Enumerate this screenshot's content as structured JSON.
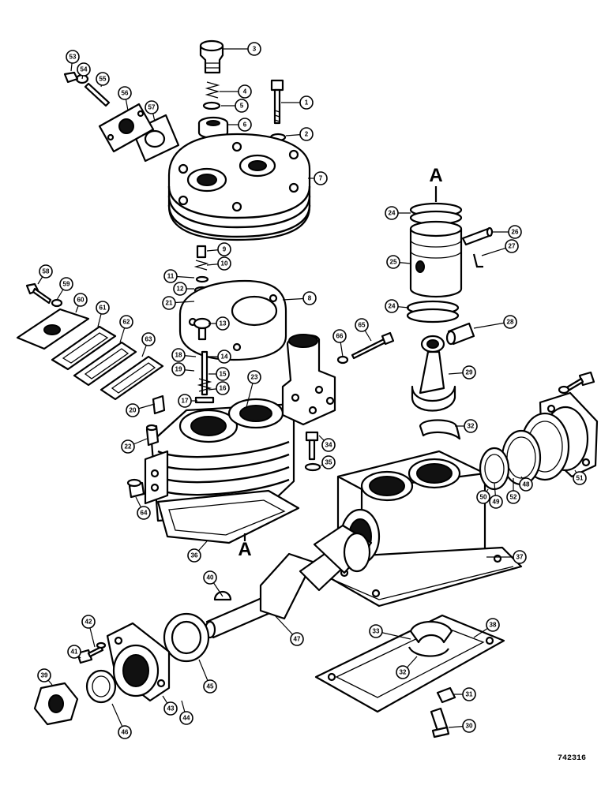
{
  "section_marker": "A",
  "drawing_number": "742316",
  "callouts": [
    "1",
    "2",
    "3",
    "4",
    "5",
    "6",
    "7",
    "8",
    "9",
    "10",
    "11",
    "12",
    "13",
    "14",
    "15",
    "16",
    "17",
    "18",
    "19",
    "20",
    "21",
    "22",
    "23",
    "24",
    "24",
    "25",
    "26",
    "27",
    "28",
    "29",
    "30",
    "31",
    "32",
    "32",
    "33",
    "34",
    "35",
    "36",
    "37",
    "38",
    "39",
    "40",
    "41",
    "42",
    "43",
    "44",
    "45",
    "46",
    "47",
    "48",
    "49",
    "50",
    "51",
    "52",
    "53",
    "54",
    "55",
    "56",
    "57",
    "58",
    "59",
    "60",
    "61",
    "62",
    "63",
    "64",
    "65",
    "66"
  ]
}
